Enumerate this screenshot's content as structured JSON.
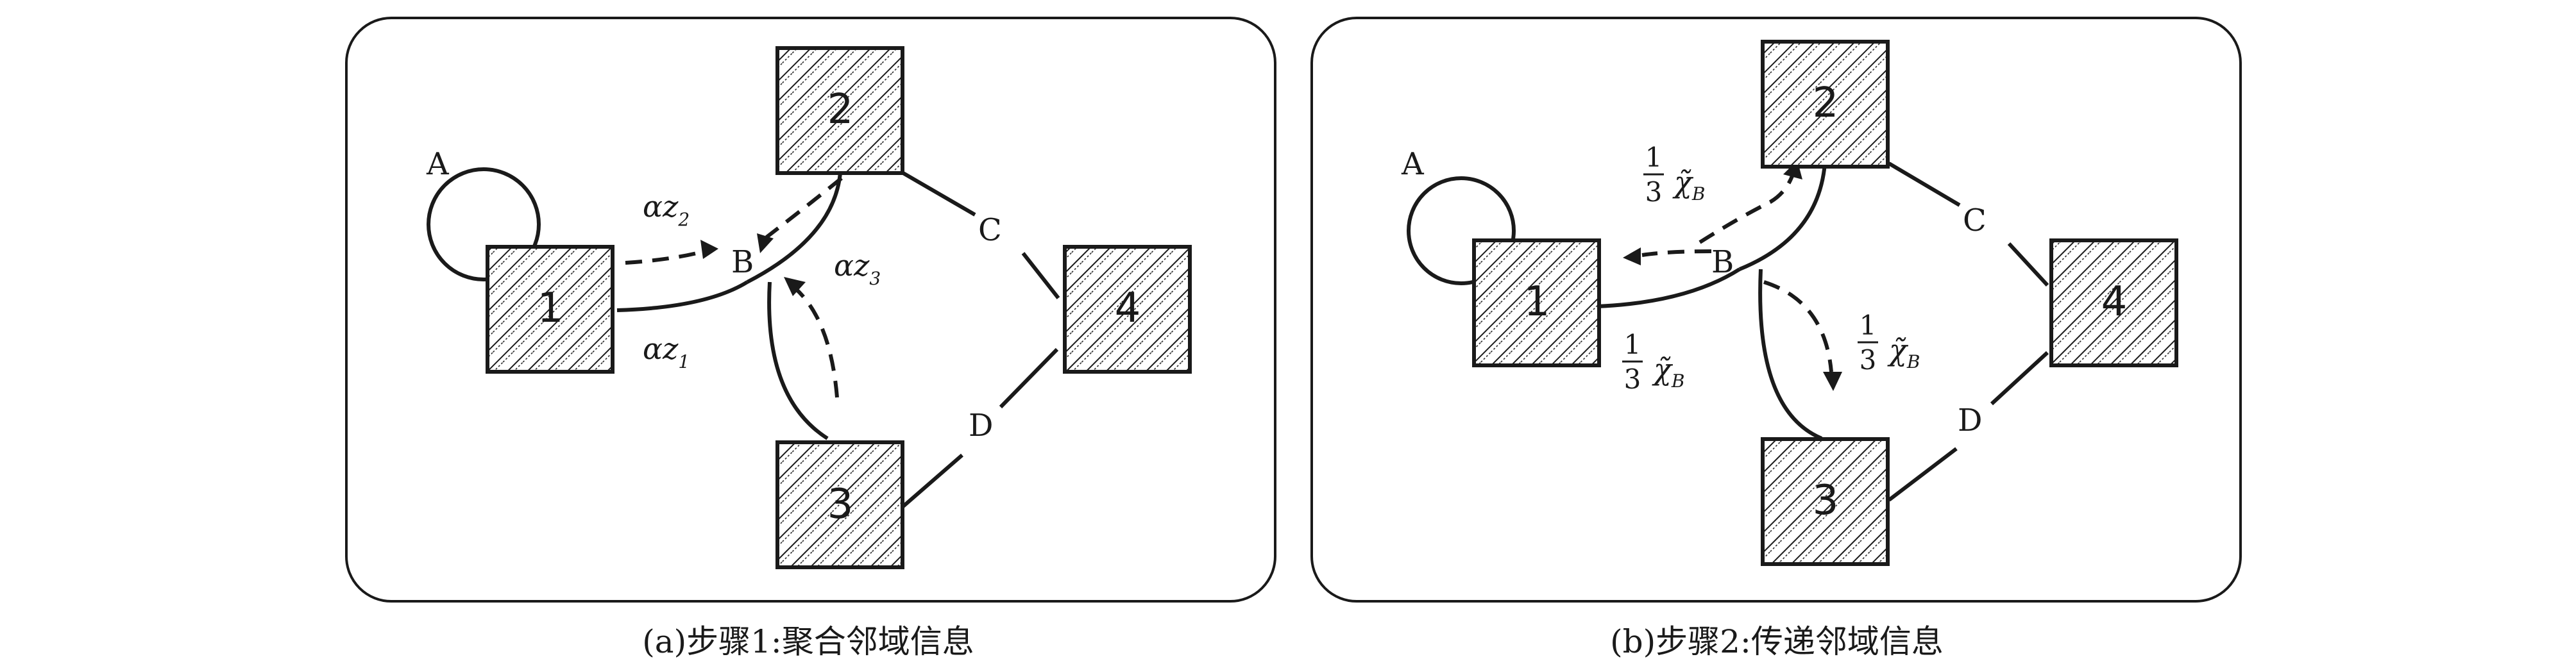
{
  "panel_a": {
    "caption": "(a)步骤1:聚合邻域信息",
    "nodes": {
      "n1": "1",
      "n2": "2",
      "n3": "3",
      "n4": "4"
    },
    "edges": {
      "A": "A",
      "B": "B",
      "C": "C",
      "D": "D"
    },
    "messages": {
      "m2": {
        "base": "αz",
        "sub": "2"
      },
      "m1": {
        "base": "αz",
        "sub": "1"
      },
      "m3": {
        "base": "αz",
        "sub": "3"
      }
    }
  },
  "panel_b": {
    "caption": "(b)步骤2:传递邻域信息",
    "nodes": {
      "n1": "1",
      "n2": "2",
      "n3": "3",
      "n4": "4"
    },
    "edges": {
      "A": "A",
      "B": "B",
      "C": "C",
      "D": "D"
    },
    "messages": {
      "to2": {
        "num": "1",
        "den": "3",
        "symbol": "χ̃",
        "sub": "B"
      },
      "to1": {
        "num": "1",
        "den": "3",
        "symbol": "χ̃",
        "sub": "B"
      },
      "to3": {
        "num": "1",
        "den": "3",
        "symbol": "χ̃",
        "sub": "B"
      }
    }
  }
}
